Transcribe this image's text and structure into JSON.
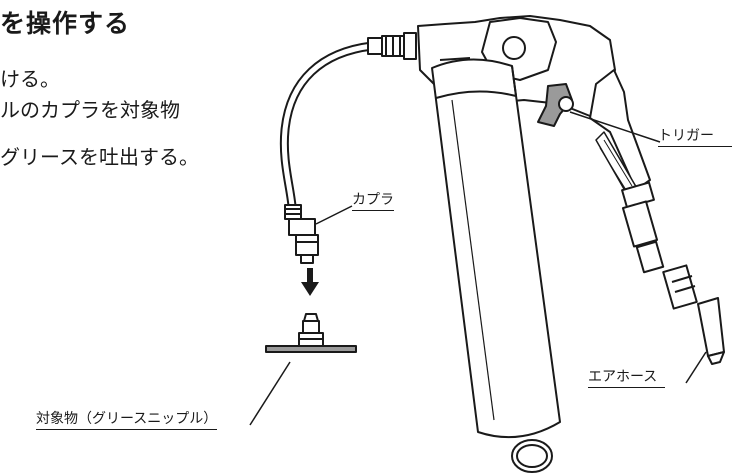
{
  "section": {
    "heading": "を操作する",
    "lines": [
      "ける。",
      "ルのカプラを対象物",
      "グリースを吐出する。"
    ]
  },
  "labels": {
    "coupler": "カプラ",
    "trigger": "トリガー",
    "air_hose": "エアホース",
    "target": "対象物（グリースニップル）"
  }
}
